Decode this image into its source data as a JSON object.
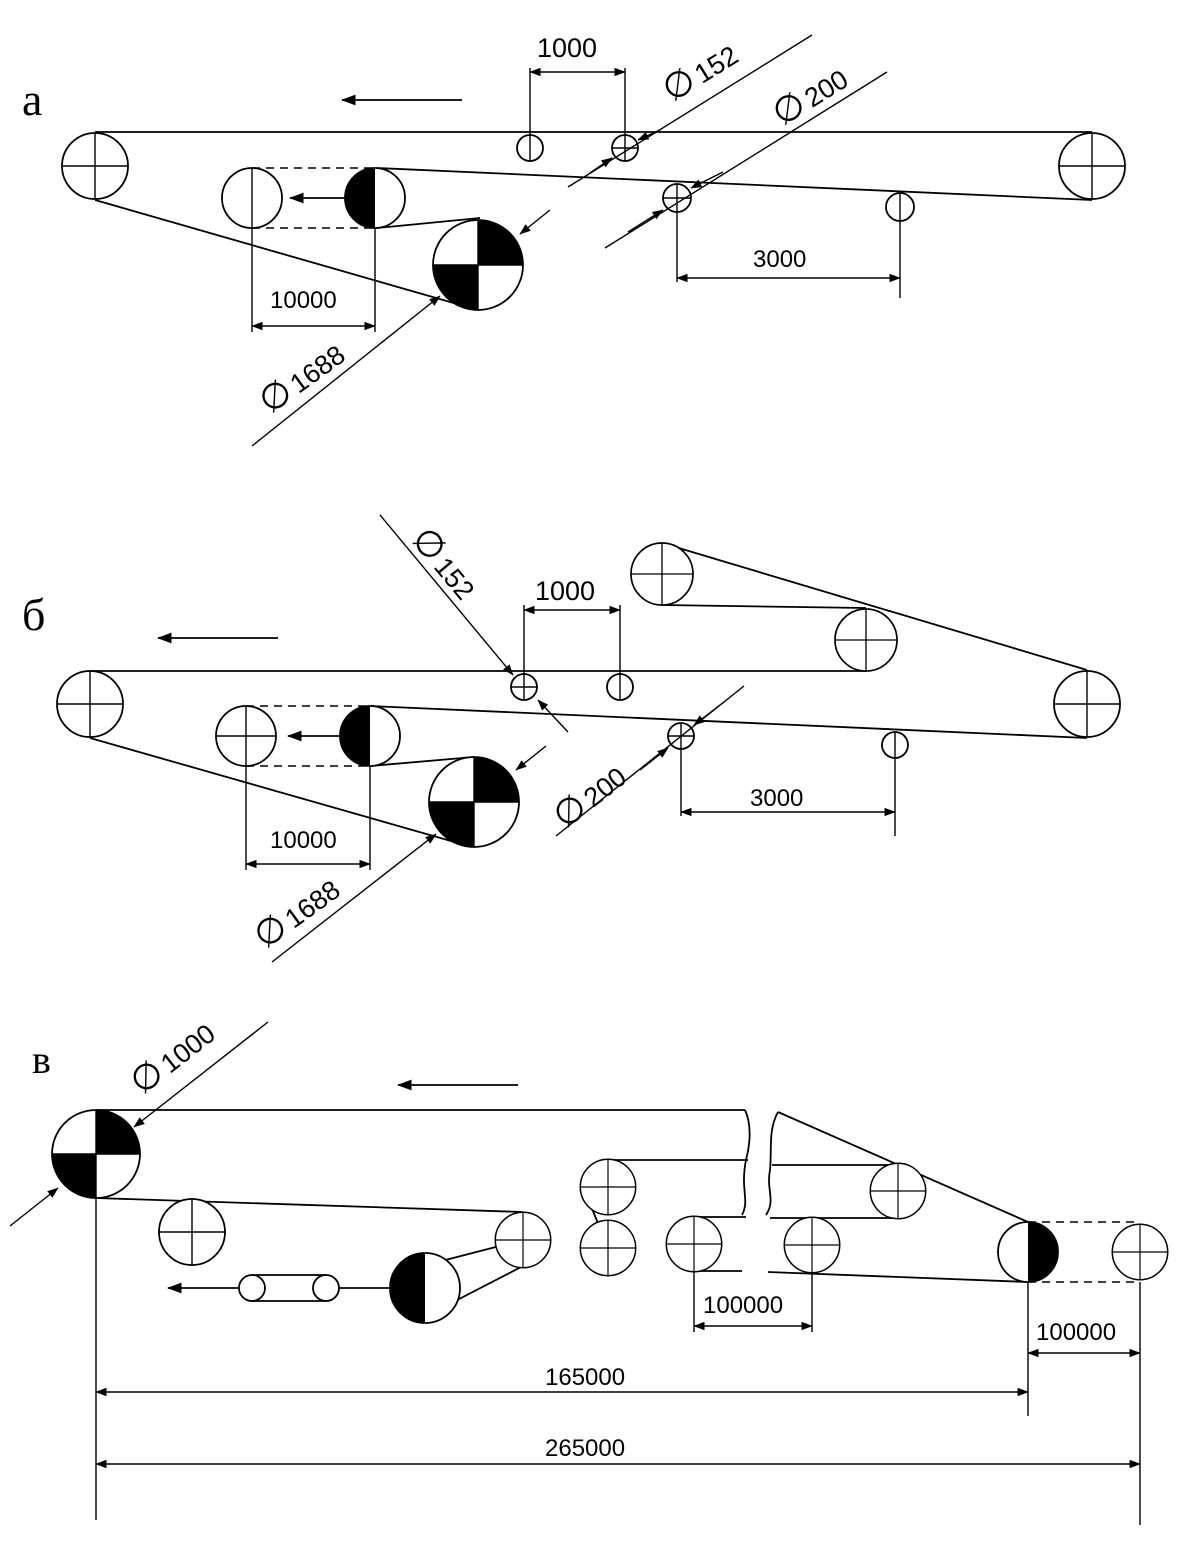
{
  "diagram": {
    "a": {
      "panel_label": "а",
      "dims": {
        "roller_pitch": "1000",
        "return_pitch": "3000",
        "take_up_travel": "10000",
        "d_top_roller": "152",
        "d_return_roller": "200",
        "d_drive_pulley": "1688"
      }
    },
    "b": {
      "panel_label": "б",
      "dims": {
        "roller_pitch": "1000",
        "return_pitch": "3000",
        "take_up_travel": "10000",
        "d_top_roller": "152",
        "d_return_roller": "200",
        "d_drive_pulley": "1688"
      }
    },
    "c": {
      "panel_label": "в",
      "dims": {
        "d_head_pulley": "1000",
        "loop_travel_1": "100000",
        "loop_travel_2": "100000",
        "length_1": "165000",
        "length_total": "265000"
      }
    },
    "diameter_symbol": "∅"
  }
}
